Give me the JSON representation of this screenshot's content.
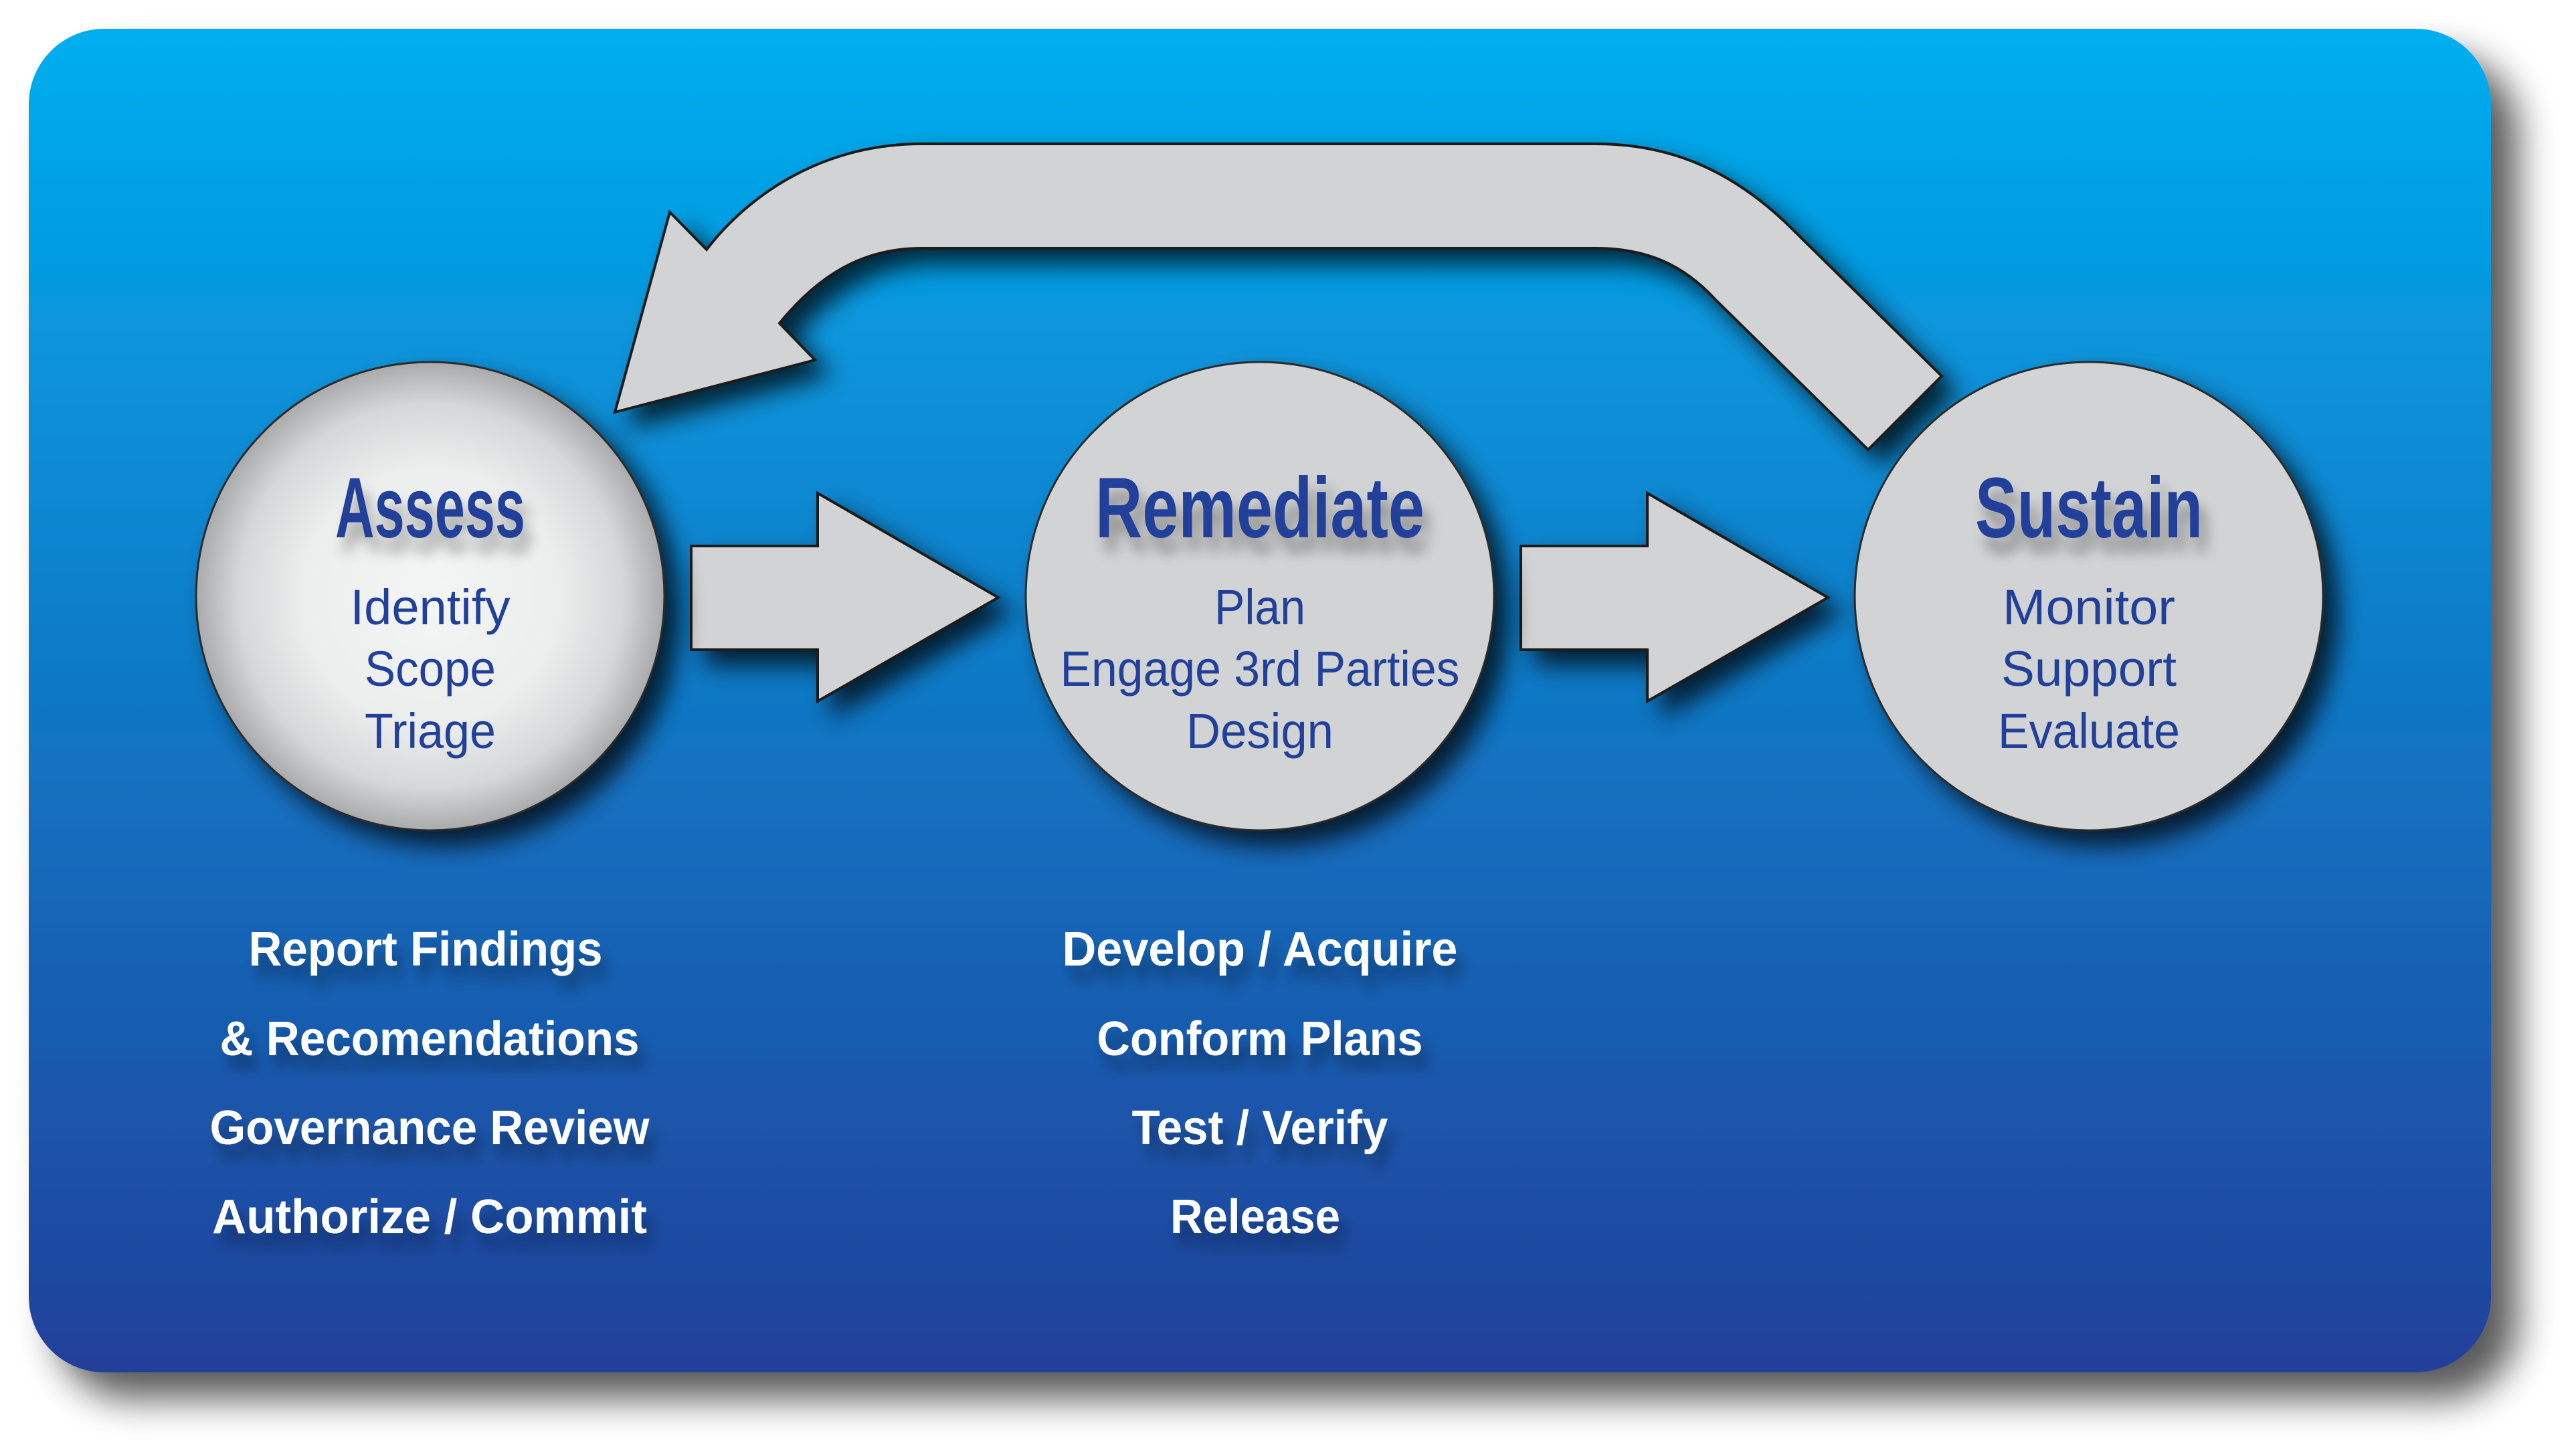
{
  "colors": {
    "card_top": "#00AEEF",
    "card_bottom": "#21409A",
    "shape_fill": "#D1D3D4",
    "shape_stroke": "#1A1A1A",
    "heading_text": "#21409A",
    "task_text": "#FFFFFF"
  },
  "flow": {
    "forward_arrows": [
      {
        "from": "Assess",
        "to": "Remediate"
      },
      {
        "from": "Remediate",
        "to": "Sustain"
      }
    ],
    "feedback_arrow": {
      "from": "Sustain",
      "to": "Assess"
    }
  },
  "phases": [
    {
      "name": "Assess",
      "steps": [
        "Identify",
        "Scope",
        "Triage"
      ],
      "tasks": [
        "Report Findings",
        "& Recomendations",
        "Governance Review",
        "Authorize / Commit"
      ]
    },
    {
      "name": "Remediate",
      "steps": [
        "Plan",
        "Engage 3rd Parties",
        "Design"
      ],
      "tasks": [
        "Develop / Acquire",
        "Conform Plans",
        "Test / Verify",
        "Release"
      ]
    },
    {
      "name": "Sustain",
      "steps": [
        "Monitor",
        "Support",
        "Evaluate"
      ],
      "tasks": []
    }
  ]
}
